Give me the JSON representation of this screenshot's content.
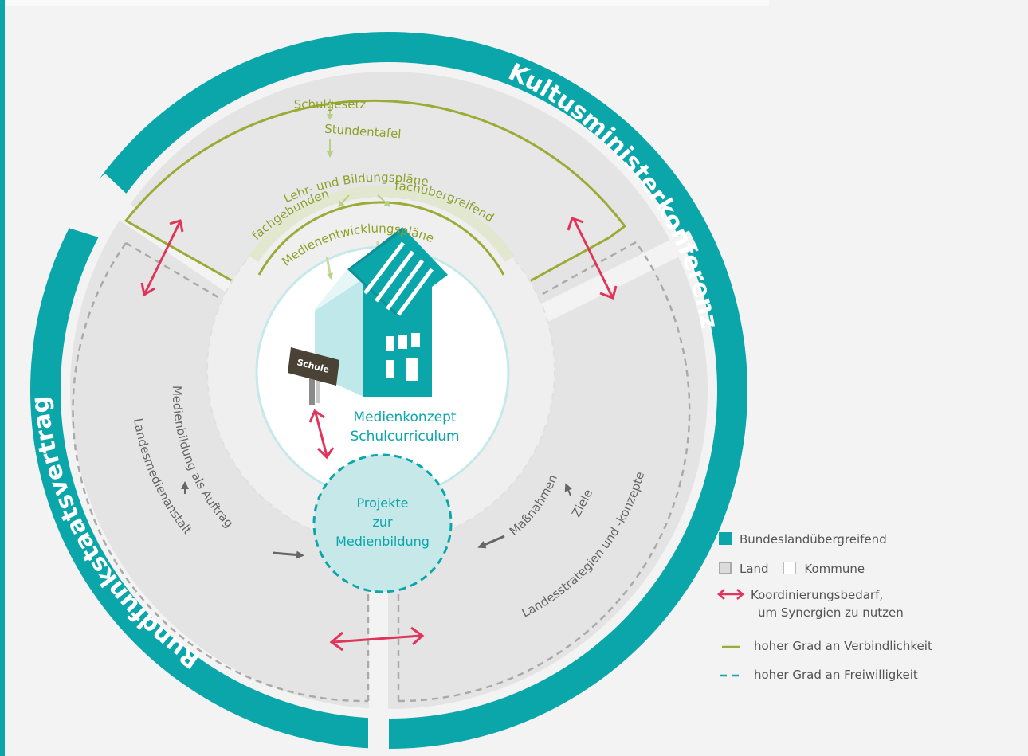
{
  "colors": {
    "bundesland": "#0aa6aa",
    "binding": "#9bab36",
    "coordination": "#e0345a",
    "voluntary": "#0aa6aa",
    "land_fill": "#e4e4e4",
    "text_teal": "#0aa6aa",
    "text_grey": "#666666"
  },
  "ring": {
    "kmk": "Kultusministerkonferenz",
    "rstv": "Rundfunkstaatsvertrag"
  },
  "top_sector": {
    "schulgesetz": "Schulgesetz",
    "stundentafel": "Stundentafel",
    "lehrplaene": "Lehr- und Bildungspläne",
    "fachgebunden": "fachgebunden",
    "fachuebergreifend": "fachübergreifend",
    "medienentwicklungsplaene": "Medienentwicklungspläne"
  },
  "center": {
    "school_sign": "Schule",
    "medienkonzept": "Medienkonzept",
    "schulcurriculum": "Schulcurriculum",
    "projekte_line1": "Projekte",
    "projekte_line2": "zur",
    "projekte_line3": "Medienbildung"
  },
  "left_sector": {
    "medienbildung_auftrag": "Medienbildung als Auftrag",
    "landesmedienanstalt": "Landesmedienanstalt"
  },
  "right_sector": {
    "massnahmen": "Maßnahmen",
    "ziele": "Ziele",
    "landesstrategien": "Landesstrategien und -konzepte"
  },
  "legend": {
    "bundeslanduebergreifend": "Bundeslandübergreifend",
    "land": "Land",
    "kommune": "Kommune",
    "koordination_line1": "Koordinierungsbedarf,",
    "koordination_line2": "um Synergien zu nutzen",
    "verbindlichkeit": "hoher Grad an Verbindlichkeit",
    "freiwilligkeit": "hoher Grad an Freiwilligkeit"
  }
}
